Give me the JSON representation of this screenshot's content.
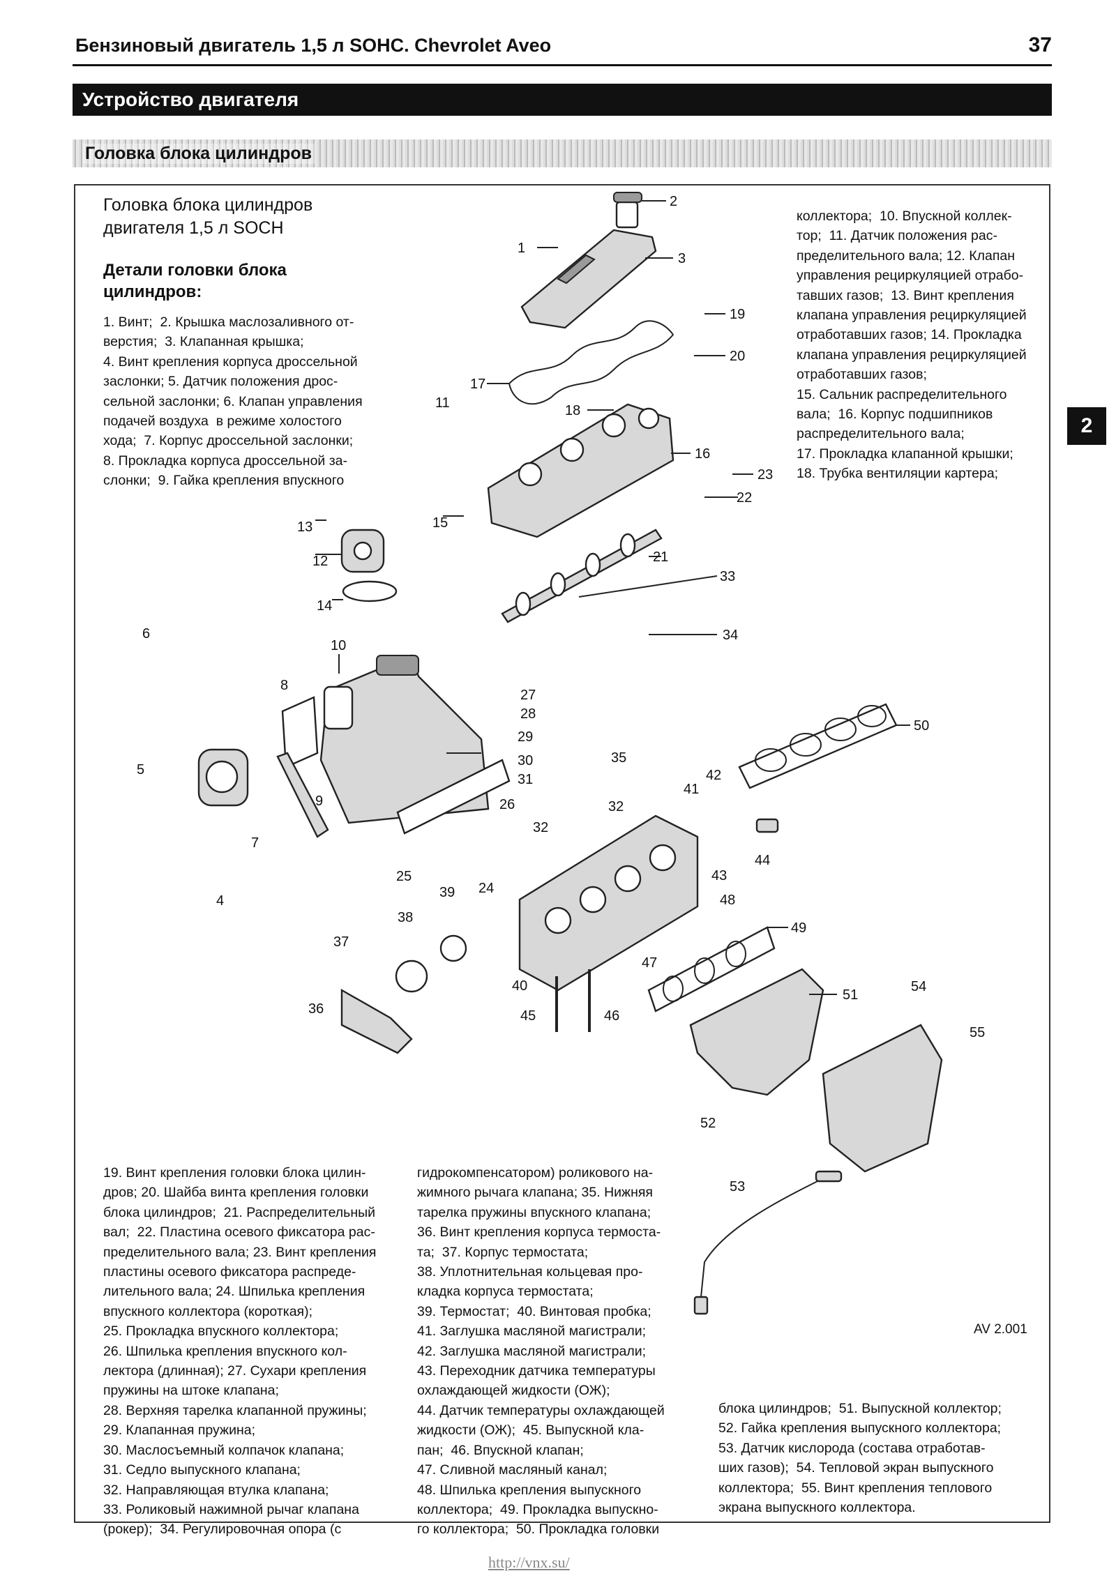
{
  "header": {
    "title": "Бензиновый двигатель 1,5 л SOHC. Chevrolet Aveo",
    "page_number": "37"
  },
  "section": {
    "title": "Устройство двигателя"
  },
  "subsection": {
    "title": "Головка блока цилиндров"
  },
  "chapter_tab": "2",
  "intro": {
    "title": "Головка блока цилиндров\nдвигателя 1,5 л SOCH",
    "subtitle": "Детали головки блока\nцилиндров:"
  },
  "legend": {
    "block1": [
      "1. Винт;  2. Крышка маслозаливного от-",
      "верстия;  3. Клапанная крышка;",
      "4. Винт крепления корпуса дроссельной",
      "заслонки; 5. Датчик положения дрос-",
      "сельной заслонки; 6. Клапан управления",
      "подачей воздуха  в режиме холостого",
      "хода;  7. Корпус дроссельной заслонки;",
      "8. Прокладка корпуса дроссельной за-",
      "слонки;  9. Гайка крепления впускного"
    ],
    "block2": [
      "коллектора;  10. Впускной коллек-",
      "тор;  11. Датчик положения рас-",
      "пределительного вала; 12. Клапан",
      "управления рециркуляцией отрабо-",
      "тавших газов;  13. Винт крепления",
      "клапана управления рециркуляцией",
      "отработавших газов; 14. Прокладка",
      "клапана управления рециркуляцией",
      "отработавших газов;",
      "15. Сальник распределительного",
      "вала;  16. Корпус подшипников",
      "распределительного вала;",
      "17. Прокладка клапанной крышки;",
      "18. Трубка вентиляции картера;"
    ],
    "block3": [
      "19. Винт крепления головки блока цилин-",
      "дров; 20. Шайба винта крепления головки",
      "блока цилиндров;  21. Распределительный",
      "вал;  22. Пластина осевого фиксатора рас-",
      "пределительного вала; 23. Винт крепления",
      "пластины осевого фиксатора распреде-",
      "лительного вала; 24. Шпилька крепления",
      "впускного коллектора (короткая);",
      "25. Прокладка впускного коллектора;",
      "26. Шпилька крепления впускного кол-",
      "лектора (длинная); 27. Сухари крепления",
      "пружины на штоке клапана;",
      "28. Верхняя тарелка клапанной пружины;",
      "29. Клапанная пружина;",
      "30. Маслосъемный колпачок клапана;",
      "31. Седло выпускного клапана;",
      "32. Направляющая втулка клапана;",
      "33. Роликовый нажимной рычаг клапана",
      "(рокер);  34. Регулировочная опора (с"
    ],
    "block4": [
      "гидрокомпенсатором) роликового на-",
      "жимного рычага клапана; 35. Нижняя",
      "тарелка пружины впускного клапана;",
      "36. Винт крепления корпуса термоста-",
      "та;  37. Корпус термостата;",
      "38. Уплотнительная кольцевая про-",
      "кладка корпуса термостата;",
      "39. Термостат;  40. Винтовая пробка;",
      "41. Заглушка масляной магистрали;",
      "42. Заглушка масляной магистрали;",
      "43. Переходник датчика температуры",
      "охлаждающей жидкости (ОЖ);",
      "44. Датчик температуры охлаждающей",
      "жидкости (ОЖ);  45. Выпускной кла-",
      "пан;  46. Впускной клапан;",
      "47. Сливной масляный канал;",
      "48. Шпилька крепления выпускного",
      "коллектора;  49. Прокладка выпускно-",
      "го коллектора;  50. Прокладка головки"
    ],
    "block5": [
      "блока цилиндров;  51. Выпускной коллектор;",
      "52. Гайка крепления выпускного коллектора;",
      "53. Датчик кислорода (состава отработав-",
      "ших газов);  54. Тепловой экран выпускного",
      "коллектора;  55. Винт крепления теплового",
      "экрана выпускного коллектора."
    ]
  },
  "diagram": {
    "code": "AV 2.001",
    "labels": [
      "1",
      "2",
      "3",
      "4",
      "5",
      "6",
      "7",
      "8",
      "9",
      "10",
      "11",
      "12",
      "13",
      "14",
      "15",
      "16",
      "17",
      "18",
      "19",
      "20",
      "21",
      "22",
      "23",
      "24",
      "25",
      "26",
      "27",
      "28",
      "29",
      "30",
      "31",
      "32",
      "32",
      "33",
      "34",
      "35",
      "36",
      "37",
      "38",
      "39",
      "40",
      "41",
      "42",
      "43",
      "44",
      "45",
      "46",
      "47",
      "48",
      "49",
      "50",
      "51",
      "52",
      "53",
      "54",
      "55"
    ]
  },
  "footer": {
    "url": "http://vnx.su/"
  }
}
